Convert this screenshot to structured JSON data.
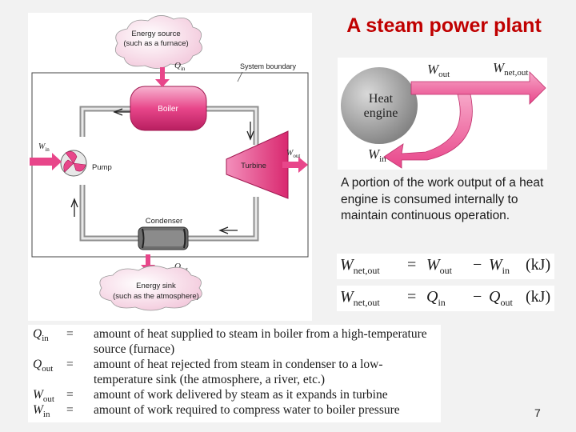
{
  "title": "A steam power plant",
  "colors": {
    "title": "#c00000",
    "component": "#e8468a",
    "pipe": "#9a9a9a",
    "engine": "#9c9c9c"
  },
  "diagram": {
    "energy_source": [
      "Energy source",
      "(such as a furnace)"
    ],
    "q_in": "Q",
    "q_in_sub": "in",
    "system_boundary": "System boundary",
    "boiler": "Boiler",
    "w_in": "W",
    "w_in_sub": "in",
    "pump": "Pump",
    "turbine": "Turbine",
    "w_out": "W",
    "w_out_sub": "out",
    "condenser": "Condenser",
    "q_out": "Q",
    "q_out_sub": "out",
    "energy_sink": [
      "Energy sink",
      "(such as the atmosphere)"
    ]
  },
  "heat_engine": {
    "label": [
      "Heat",
      "engine"
    ],
    "w_out": "W",
    "w_out_sub": "out",
    "w_net": "W",
    "w_net_sub": "net,out",
    "w_in": "W",
    "w_in_sub": "in"
  },
  "caption": "A portion of the work output of a heat engine is consumed internally to maintain continuous operation.",
  "equations": [
    {
      "lhs": "W",
      "lhs_sub": "net,out",
      "eq": "=",
      "t1": "W",
      "t1_sub": "out",
      "minus": "−",
      "t2": "W",
      "t2_sub": "in",
      "unit": "(kJ)"
    },
    {
      "lhs": "W",
      "lhs_sub": "net,out",
      "eq": "=",
      "t1": "Q",
      "t1_sub": "in",
      "minus": "−",
      "t2": "Q",
      "t2_sub": "out",
      "unit": "(kJ)"
    }
  ],
  "definitions": [
    {
      "sym": "Q",
      "sub": "in",
      "eq": "=",
      "text": "amount of heat supplied to steam in boiler from a high-temperature"
    },
    {
      "sym": "",
      "sub": "",
      "eq": "",
      "text": "source (furnace)"
    },
    {
      "sym": "Q",
      "sub": "out",
      "eq": "=",
      "text": "amount of heat rejected from steam in condenser to a low-"
    },
    {
      "sym": "",
      "sub": "",
      "eq": "",
      "text": "temperature sink (the atmosphere, a river, etc.)"
    },
    {
      "sym": "W",
      "sub": "out",
      "eq": "=",
      "text": "amount of work delivered by steam as it expands in turbine"
    },
    {
      "sym": "W",
      "sub": "in",
      "eq": "=",
      "text": "amount of work required to compress water to boiler pressure"
    }
  ],
  "page_number": "7"
}
